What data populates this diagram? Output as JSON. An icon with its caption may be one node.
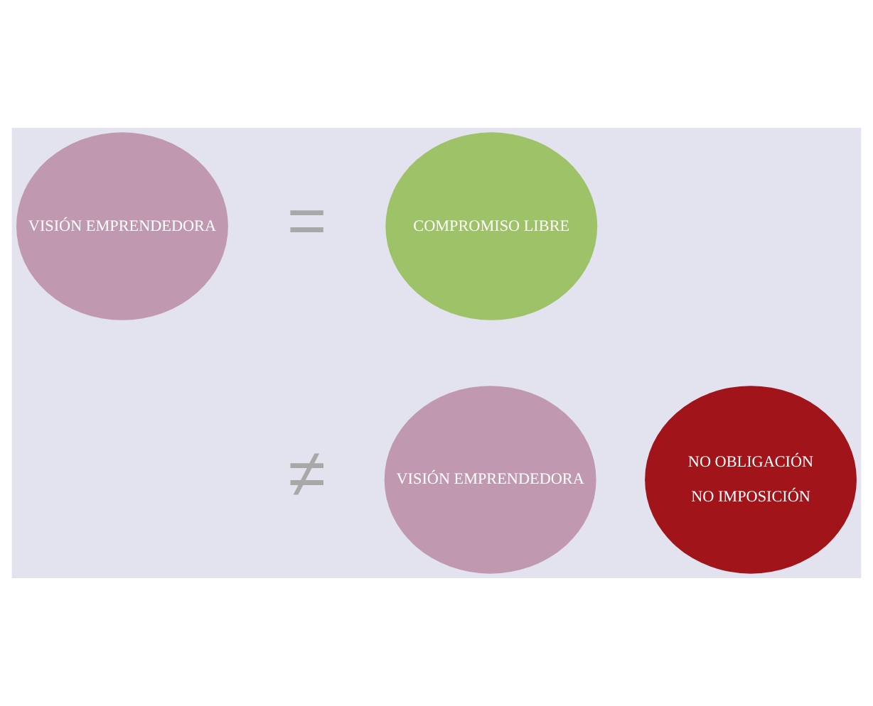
{
  "diagram": {
    "nodes": [
      {
        "text": [
          "VISIÓN EMPRENDEDORA"
        ]
      },
      {
        "text": [
          "COMPROMISO LIBRE"
        ]
      },
      {
        "text": [
          "VISIÓN EMPRENDEDORA"
        ]
      },
      {
        "text": [
          "NO OBLIGACIÓN",
          "NO IMPOSICIÓN"
        ]
      }
    ],
    "edges": [],
    "labels": [
      "=",
      "≠"
    ]
  }
}
